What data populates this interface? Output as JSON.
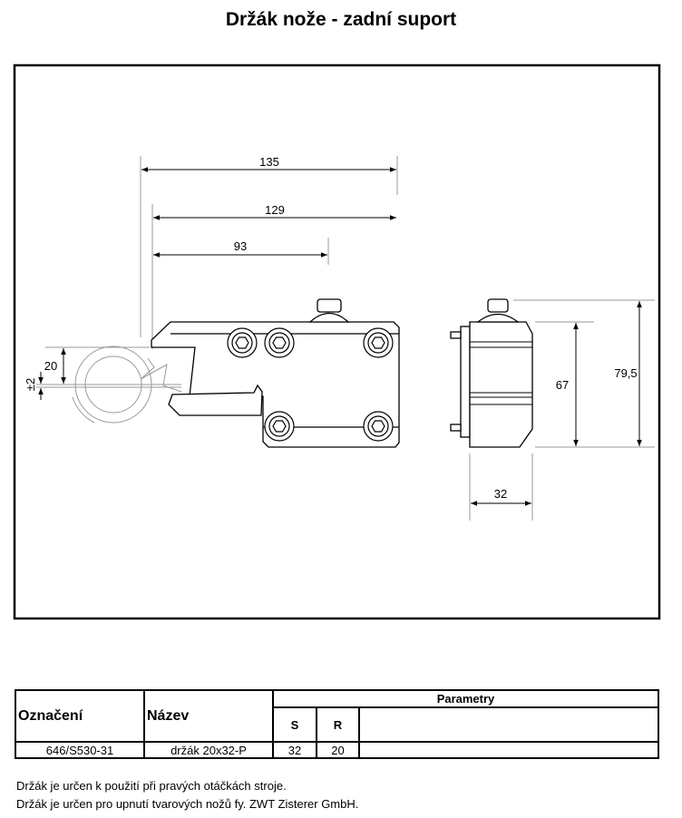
{
  "title": "Držák nože - zadní suport",
  "drawing": {
    "dim_135": "135",
    "dim_129": "129",
    "dim_93": "93",
    "dim_20": "20",
    "dim_pm2": "±2",
    "dim_67": "67",
    "dim_79_5": "79,5",
    "dim_32": "32"
  },
  "table": {
    "col_oznaceni": "Označení",
    "col_nazev": "Název",
    "col_parametry": "Parametry",
    "col_s": "S",
    "col_r": "R",
    "rows": [
      {
        "oznaceni": "646/S530-31",
        "nazev": "držák 20x32-P",
        "s": "32",
        "r": "20"
      }
    ]
  },
  "notes": [
    "Držák je určen k použití při pravých otáčkách stroje.",
    "Držák je určen pro upnutí tvarových nožů fy. ZWT Zisterer GmbH."
  ]
}
